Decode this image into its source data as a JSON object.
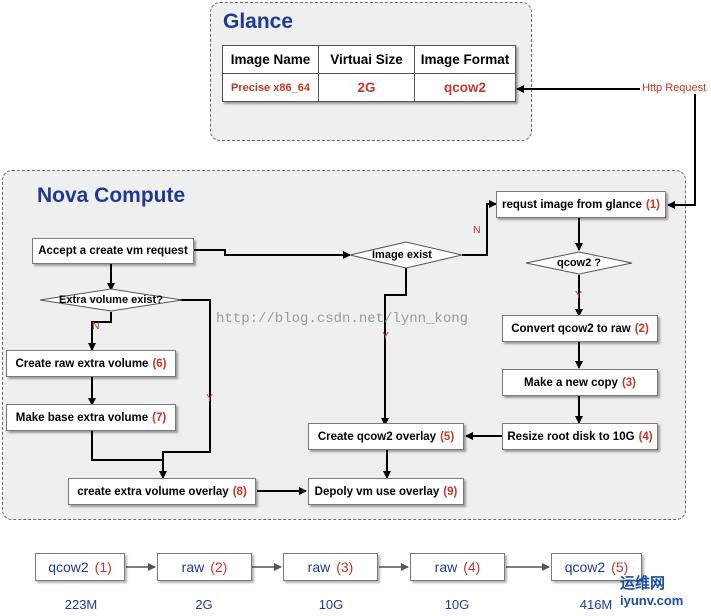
{
  "glance": {
    "title": "Glance",
    "table": {
      "headers": [
        "Image Name",
        "Virtuai Size",
        "Image Format"
      ],
      "row": [
        "Precise x86_64",
        "2G",
        "qcow2"
      ]
    },
    "http_request": "Http Request"
  },
  "nova": {
    "title": "Nova Compute",
    "accept_request": "Accept a create vm request",
    "extra_volume_exist": "Extra volume exist?",
    "image_exist": "Image exist",
    "request_image": {
      "text": "requst image from glance",
      "num": "(1)"
    },
    "qcow2_check": "qcow2 ?",
    "convert": {
      "text": "Convert qcow2 to raw",
      "num": "(2)"
    },
    "new_copy": {
      "text": "Make a new copy",
      "num": "(3)"
    },
    "resize": {
      "text": "Resize root disk to 10G",
      "num": "(4)"
    },
    "create_overlay": {
      "text": "Create qcow2 overlay",
      "num": "(5)"
    },
    "create_raw_extra": {
      "text": "Create raw extra volume",
      "num": "(6)"
    },
    "make_base_extra": {
      "text": "Make base extra volume",
      "num": "(7)"
    },
    "extra_overlay": {
      "text": "create extra volume overlay",
      "num": "(8)"
    },
    "deploy": {
      "text": "Depoly vm use overlay",
      "num": "(9)"
    },
    "labels": {
      "n1": "N",
      "y1": "Y",
      "n2": "N",
      "y2": "Y",
      "y3": "Y"
    }
  },
  "watermark": "http://blog.csdn.net/lynn_kong",
  "stages": [
    {
      "name": "qcow2",
      "num": "(1)",
      "size": "223M"
    },
    {
      "name": "raw",
      "num": "(2)",
      "size": "2G"
    },
    {
      "name": "raw",
      "num": "(3)",
      "size": "10G"
    },
    {
      "name": "raw",
      "num": "(4)",
      "size": "10G"
    },
    {
      "name": "qcow2",
      "num": "(5)",
      "size": "416M"
    }
  ],
  "logo": {
    "text": "运维网",
    "sub": "iyunv.com"
  },
  "colors": {
    "title": "#1f3a93",
    "accent": "#c0392b",
    "region_bg": "#efefef"
  }
}
